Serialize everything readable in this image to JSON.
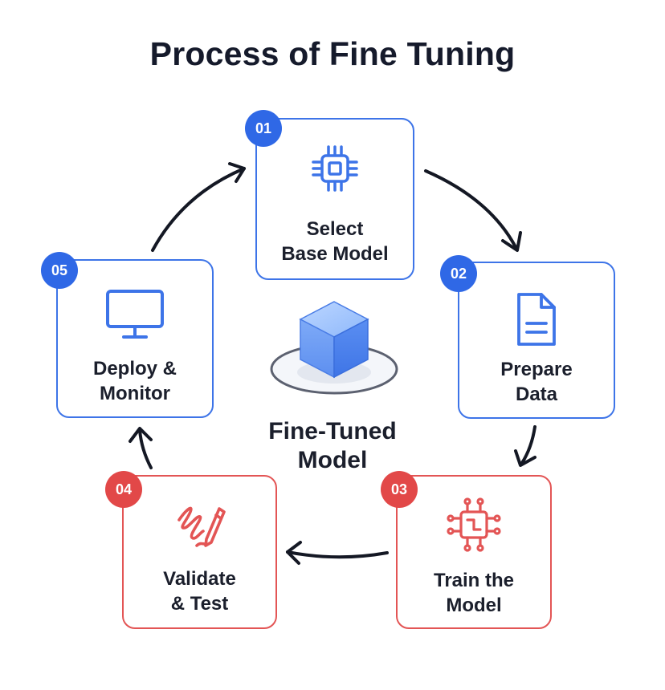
{
  "title": "Process of Fine Tuning",
  "center": {
    "line1": "Fine-Tuned",
    "line2": "Model",
    "icon": "cube-icon"
  },
  "steps": [
    {
      "number": "01",
      "line1": "Select",
      "line2": "Base Model",
      "icon": "chip-icon",
      "color": "#3d74e8"
    },
    {
      "number": "02",
      "line1": "Prepare",
      "line2": "Data",
      "icon": "document-icon",
      "color": "#3d74e8"
    },
    {
      "number": "03",
      "line1": "Train the",
      "line2": "Model",
      "icon": "circuit-icon",
      "color": "#e35555"
    },
    {
      "number": "04",
      "line1": "Validate",
      "line2": "& Test",
      "icon": "pencil-scribble-icon",
      "color": "#e35555"
    },
    {
      "number": "05",
      "line1": "Deploy &",
      "line2": "Monitor",
      "icon": "monitor-icon",
      "color": "#3d74e8"
    }
  ],
  "colors": {
    "blue": "#3d74e8",
    "red": "#e35555",
    "text": "#1b1f2c"
  }
}
